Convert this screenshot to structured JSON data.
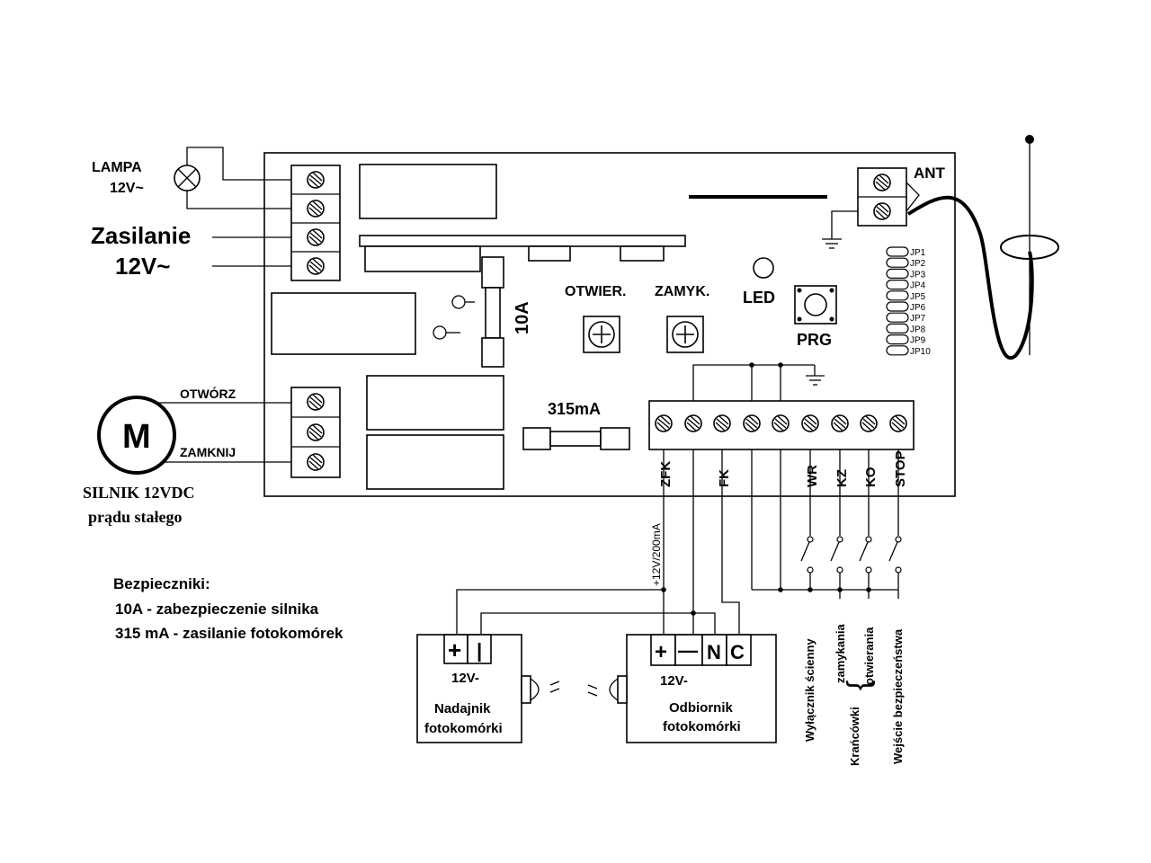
{
  "labels": {
    "lampa": "LAMPA",
    "lampa_voltage": "12V~",
    "zasilanie": "Zasilanie",
    "zasilanie_voltage": "12V~",
    "ant": "ANT",
    "fuse_10a": "10A",
    "otwier": "OTWIER.",
    "zamyk": "ZAMYK.",
    "led": "LED",
    "prg": "PRG",
    "fuse_315": "315mA",
    "otworz": "OTWÓRZ",
    "zamknij": "ZAMKNIJ",
    "motor": "M",
    "silnik_line1": "SILNIK 12VDC",
    "silnik_line2": "prądu stałego",
    "zfk_voltage": "+12V/200mA"
  },
  "jumpers": [
    "JP1",
    "JP2",
    "JP3",
    "JP4",
    "JP5",
    "JP6",
    "JP7",
    "JP8",
    "JP9",
    "JP10"
  ],
  "terminals": [
    "ZFK",
    "FK",
    "WR",
    "KZ",
    "KO",
    "STOP"
  ],
  "fuses_note": {
    "heading": "Bezpieczniki:",
    "line1": "10A - zabezpieczenie silnika",
    "line2": "315 mA - zasilanie fotokomórek"
  },
  "transmitter": {
    "pins": [
      "+",
      "|"
    ],
    "voltage": "12V-",
    "name_line1": "Nadajnik",
    "name_line2": "fotokomórki"
  },
  "receiver": {
    "pins": [
      "+",
      "—",
      "N",
      "C"
    ],
    "voltage": "12V-",
    "name_line1": "Odbiornik",
    "name_line2": "fotokomórki"
  },
  "inputs": {
    "wall_switch": "Wyłącznik ścienny",
    "limits": "Krańcówki",
    "limit_close": "zamykania",
    "limit_open": "otwierania",
    "safety": "Wejście bezpieczeństwa"
  }
}
